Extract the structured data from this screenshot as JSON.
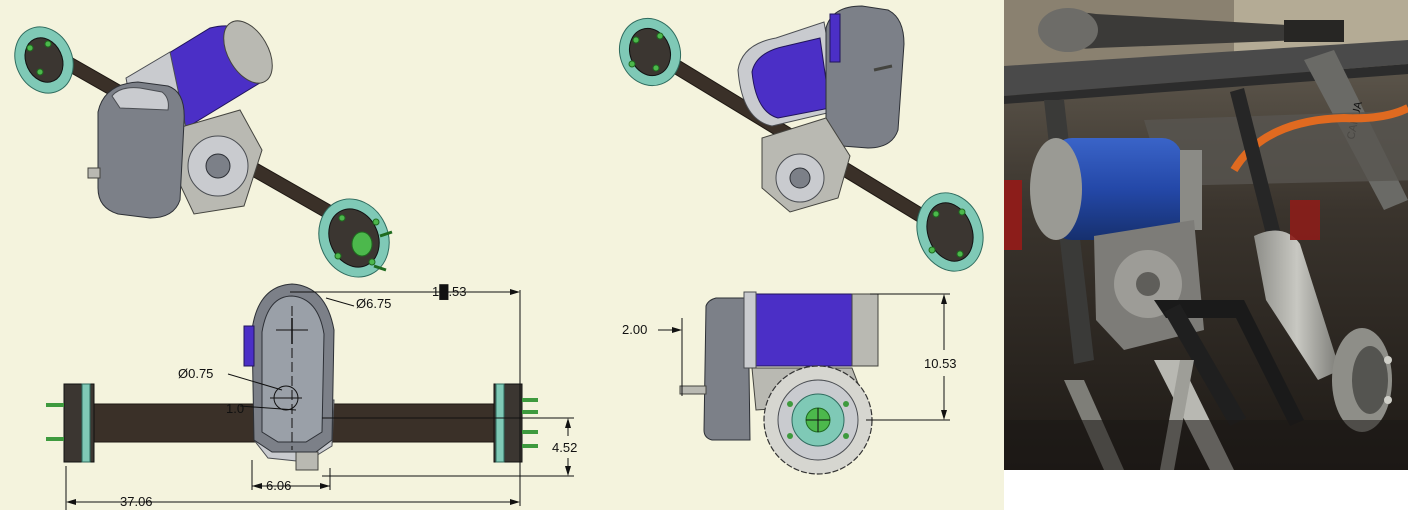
{
  "dimensions": {
    "overall_length": "37.06",
    "housing_diameter": "Ø6.75",
    "shaft_diameter": "Ø0.75",
    "height_right": "1█.53",
    "offset_small": "1.0",
    "width_bottom": "6.06",
    "axle_height": "4.52",
    "side_offset": "2.00",
    "side_height": "10.53"
  },
  "photo": {
    "frame_text": "CAHUA"
  },
  "colors": {
    "background": "#f4f3dd",
    "motor": "#4b2fc6",
    "axle": "#3a3028",
    "hub_ring": "#7fc9b6",
    "stud": "#4cb84c",
    "housing": "#7c8088"
  }
}
